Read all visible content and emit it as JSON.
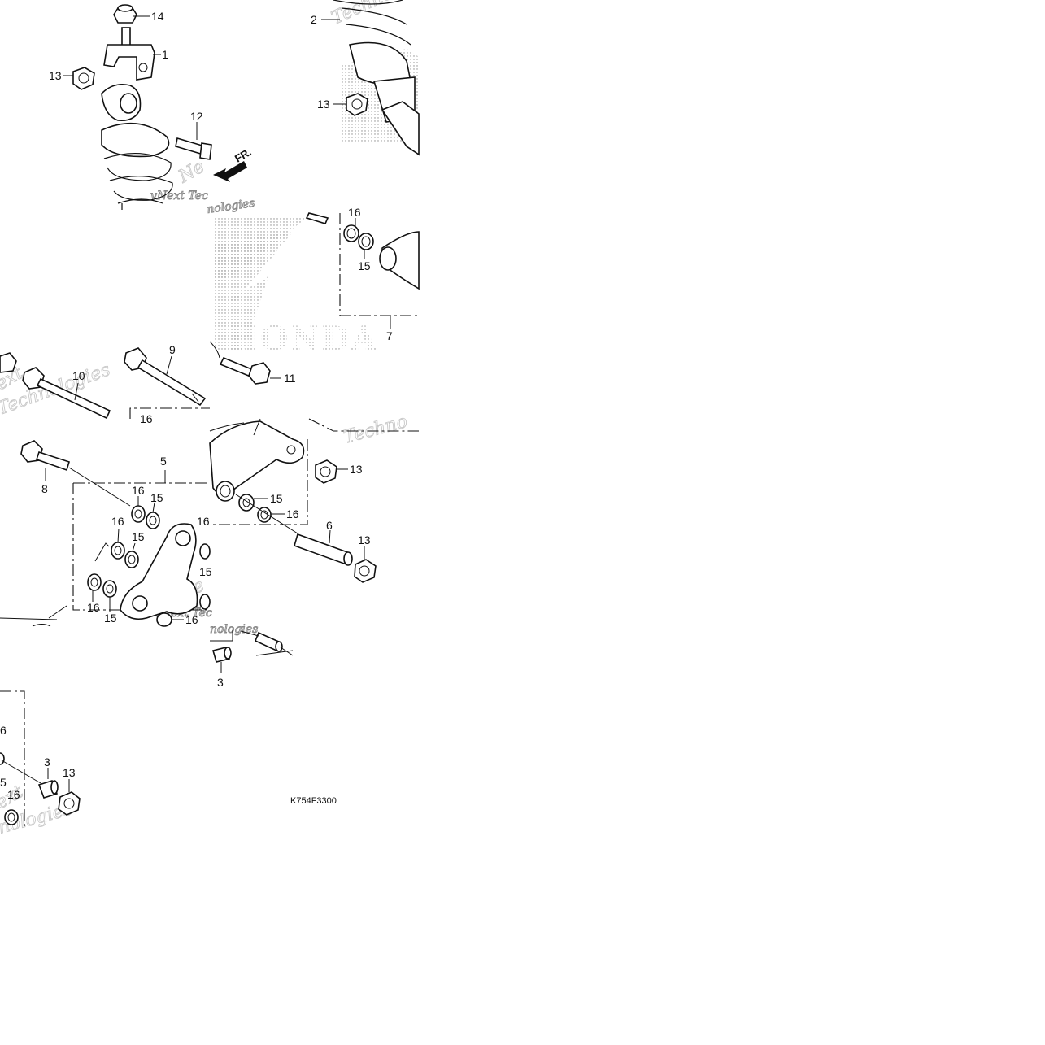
{
  "diagram_code": "K754F3300",
  "front_marker": "FR.",
  "brand_watermark": "HONDA",
  "watermark_phrases": [
    "Technologies",
    "Next",
    "vNext Tec",
    "nologies",
    "Techno",
    "Ne",
    "ext"
  ],
  "part_numbers": [
    "1",
    "2",
    "3",
    "5",
    "6",
    "7",
    "8",
    "9",
    "10",
    "11",
    "12",
    "13",
    "14",
    "15",
    "16"
  ],
  "labels": {
    "l14": "14",
    "l1": "1",
    "l13a": "13",
    "l12": "12",
    "l2": "2",
    "l13b": "13",
    "l16a": "16",
    "l15a": "15",
    "l7": "7",
    "l11": "11",
    "l9": "9",
    "l10": "10",
    "l16b": "16",
    "l5": "5",
    "l8": "8",
    "l16c": "16",
    "l15b": "15",
    "l16d": "16",
    "l15c": "15",
    "l16e": "16",
    "l15d": "15",
    "l16f": "16",
    "l15e": "15",
    "l16g": "16",
    "l13c": "13",
    "l15f": "15",
    "l16h": "16",
    "l6": "6",
    "l13d": "13",
    "l3a": "3",
    "l6b": "6",
    "l3b": "3",
    "l13e": "13",
    "l5b": "5",
    "l16i": "16"
  }
}
